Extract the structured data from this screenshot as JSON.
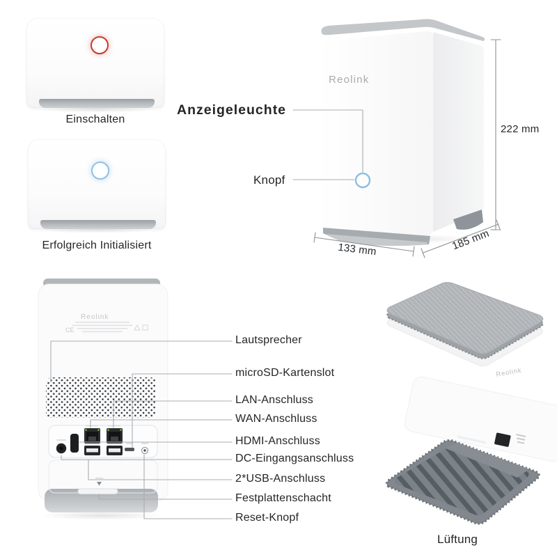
{
  "palette": {
    "led_red": "#c93a2b",
    "led_blue": "#8ec2e4",
    "button_ring_blue": "#8abede",
    "leader_line_gray": "#a8adb1",
    "text_dark": "#232528",
    "base_gray": "#a6abaf"
  },
  "status_views": [
    {
      "label": "Einschalten",
      "led": "red"
    },
    {
      "label": "Erfolgreich Initialisiert",
      "led": "blue"
    }
  ],
  "front_view": {
    "brand": "Reolink",
    "callout_indicator": "Anzeigeleuchte",
    "callout_button": "Knopf",
    "dim_height": "222 mm",
    "dim_width": "133 mm",
    "dim_depth": "185 mm"
  },
  "back_view": {
    "brand": "Reolink",
    "ce_mark": "CE",
    "callouts": [
      "Lautsprecher",
      "microSD-Kartenslot",
      "LAN-Anschluss",
      "WAN-Anschluss",
      "HDMI-Anschluss",
      "DC-Eingangsanschluss",
      "2*USB-Anschluss",
      "Festplattenschacht",
      "Reset-Knopf"
    ]
  },
  "vent_views": [
    {
      "label": "Lüftung",
      "brand": "Reolink"
    },
    {
      "label": "Lüftung"
    }
  ]
}
